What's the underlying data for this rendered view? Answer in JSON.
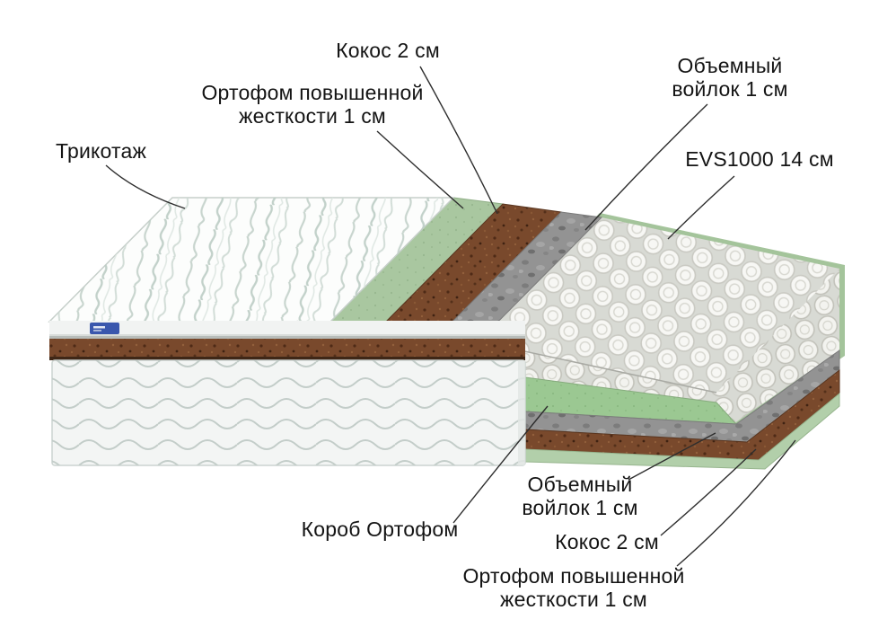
{
  "page": {
    "background": "#ffffff"
  },
  "colors": {
    "label_text": "#141414",
    "leader_line": "#2e2e2e",
    "fabric_white": "#f3f5f4",
    "knit_swirl": "#bcccc4",
    "foam_green": "#a9c7a0",
    "foam_green_bright": "#9bc892",
    "foam_shell_green": "#a4c49b",
    "foam_pale_green": "#b2cfaa",
    "coconut_brown": "#79492c",
    "felt_gray": "#939393",
    "spring_white": "#f7f7f4",
    "tag_blue": "#3a57ad"
  },
  "callouts": [
    {
      "id": "knit",
      "lines": [
        "Трикотаж"
      ]
    },
    {
      "id": "orthofoam-top",
      "lines": [
        "Ортофом повышенной",
        "жесткости 1 см"
      ]
    },
    {
      "id": "coconut-top",
      "lines": [
        "Кокос 2 см"
      ]
    },
    {
      "id": "felt-top",
      "lines": [
        "Объемный",
        "войлок 1 см"
      ]
    },
    {
      "id": "springs",
      "lines": [
        "EVS1000 14 см"
      ]
    },
    {
      "id": "box",
      "lines": [
        "Короб Ортофом"
      ]
    },
    {
      "id": "felt-bottom",
      "lines": [
        "Объемный",
        "войлок 1 см"
      ]
    },
    {
      "id": "coconut-bottom",
      "lines": [
        "Кокос 2 см"
      ]
    },
    {
      "id": "orthofoam-bottom",
      "lines": [
        "Ортофом повышенной",
        "жесткости 1 см"
      ]
    }
  ]
}
